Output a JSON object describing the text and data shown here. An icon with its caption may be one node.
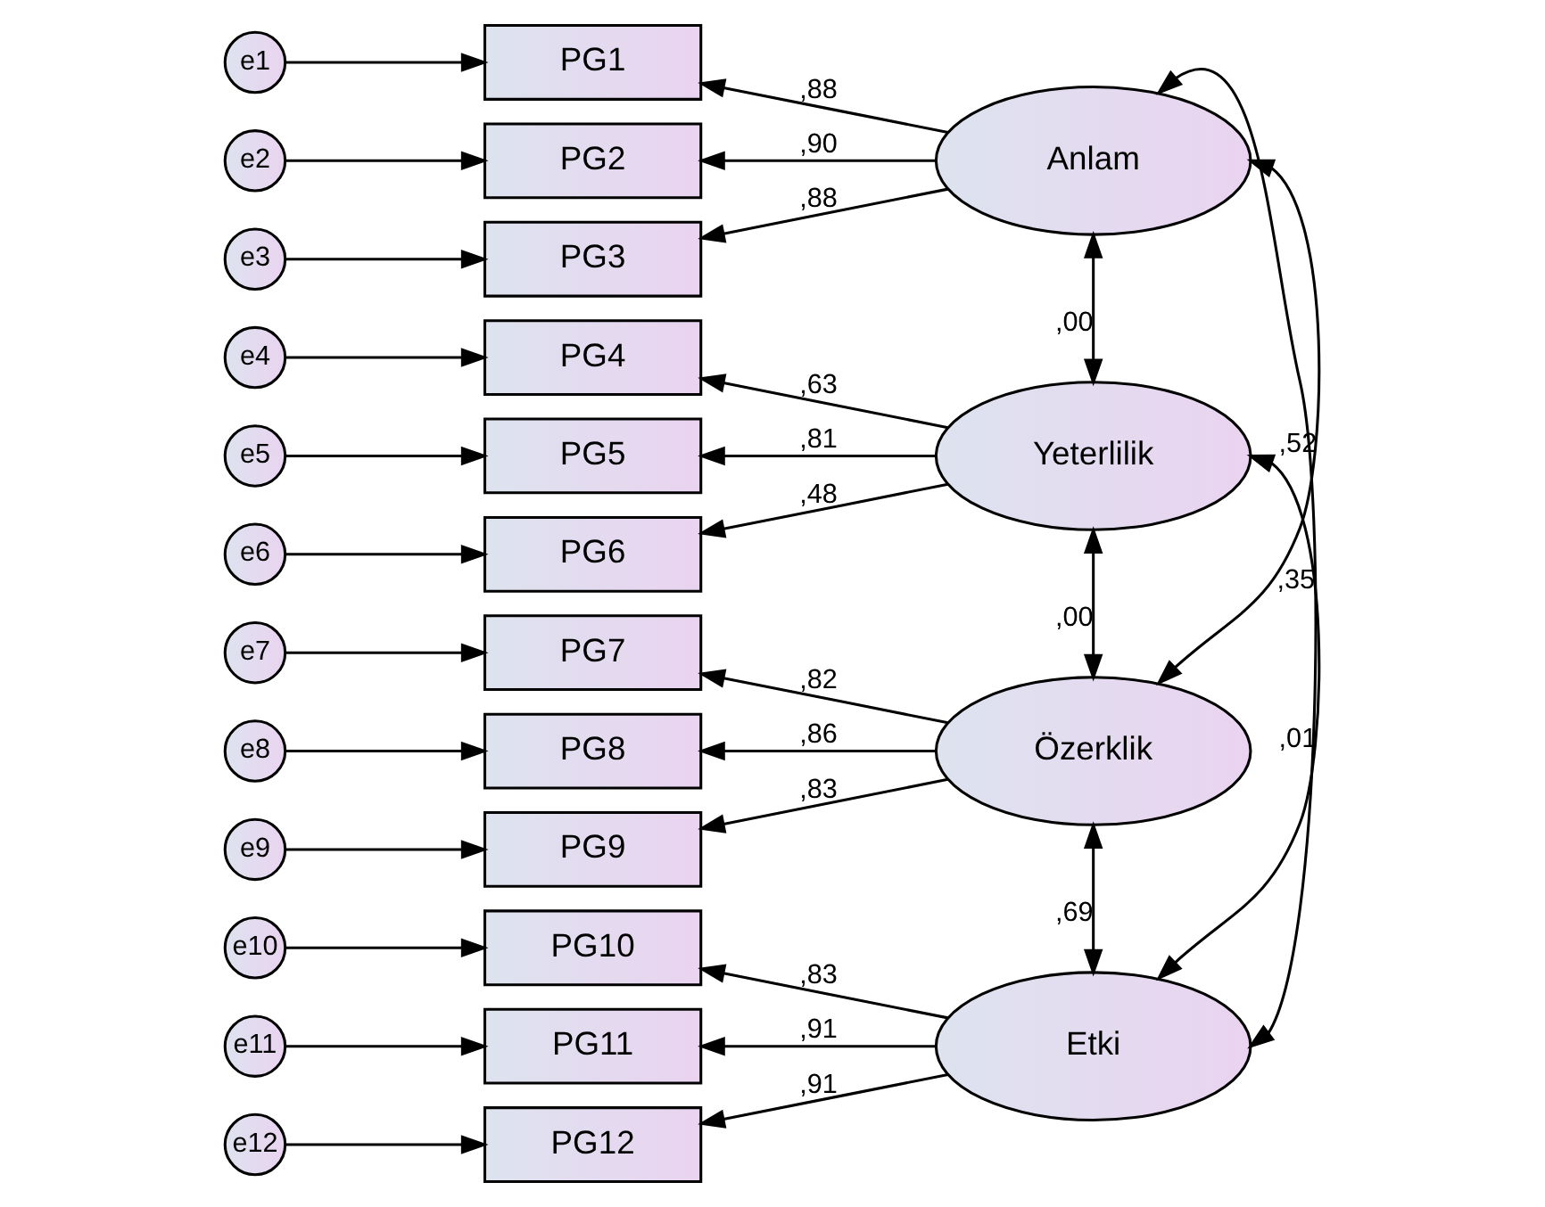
{
  "diagram": {
    "nodes": [
      {
        "text": [
          "e1"
        ]
      },
      {
        "text": [
          "e2"
        ]
      },
      {
        "text": [
          "e3"
        ]
      },
      {
        "text": [
          "e4"
        ]
      },
      {
        "text": [
          "e5"
        ]
      },
      {
        "text": [
          "e6"
        ]
      },
      {
        "text": [
          "e7"
        ]
      },
      {
        "text": [
          "e8"
        ]
      },
      {
        "text": [
          "e9"
        ]
      },
      {
        "text": [
          "e10"
        ]
      },
      {
        "text": [
          "e11"
        ]
      },
      {
        "text": [
          "e12"
        ]
      },
      {
        "text": [
          "PG1"
        ]
      },
      {
        "text": [
          "PG2"
        ]
      },
      {
        "text": [
          "PG3"
        ]
      },
      {
        "text": [
          "PG4"
        ]
      },
      {
        "text": [
          "PG5"
        ]
      },
      {
        "text": [
          "PG6"
        ]
      },
      {
        "text": [
          "PG7"
        ]
      },
      {
        "text": [
          "PG8"
        ]
      },
      {
        "text": [
          "PG9"
        ]
      },
      {
        "text": [
          "PG10"
        ]
      },
      {
        "text": [
          "PG11"
        ]
      },
      {
        "text": [
          "PG12"
        ]
      },
      {
        "text": [
          "Anlam"
        ]
      },
      {
        "text": [
          "Yeterlilik"
        ]
      },
      {
        "text": [
          "Özerklik"
        ]
      },
      {
        "text": [
          "Etki"
        ]
      }
    ],
    "edges": [
      {
        "from": 0,
        "to": 12,
        "arrow": "to"
      },
      {
        "from": 1,
        "to": 13,
        "arrow": "to"
      },
      {
        "from": 2,
        "to": 14,
        "arrow": "to"
      },
      {
        "from": 3,
        "to": 15,
        "arrow": "to"
      },
      {
        "from": 4,
        "to": 16,
        "arrow": "to"
      },
      {
        "from": 5,
        "to": 17,
        "arrow": "to"
      },
      {
        "from": 6,
        "to": 18,
        "arrow": "to"
      },
      {
        "from": 7,
        "to": 19,
        "arrow": "to"
      },
      {
        "from": 8,
        "to": 20,
        "arrow": "to"
      },
      {
        "from": 9,
        "to": 21,
        "arrow": "to"
      },
      {
        "from": 10,
        "to": 22,
        "arrow": "to"
      },
      {
        "from": 11,
        "to": 23,
        "arrow": "to"
      },
      {
        "from": 24,
        "to": 12,
        "arrow": "to",
        "label": ",88"
      },
      {
        "from": 24,
        "to": 13,
        "arrow": "to",
        "label": ",90"
      },
      {
        "from": 24,
        "to": 14,
        "arrow": "to",
        "label": ",88"
      },
      {
        "from": 25,
        "to": 15,
        "arrow": "to",
        "label": ",63"
      },
      {
        "from": 25,
        "to": 16,
        "arrow": "to",
        "label": ",81"
      },
      {
        "from": 25,
        "to": 17,
        "arrow": "to",
        "label": ",48"
      },
      {
        "from": 26,
        "to": 18,
        "arrow": "to",
        "label": ",82"
      },
      {
        "from": 26,
        "to": 19,
        "arrow": "to",
        "label": ",86"
      },
      {
        "from": 26,
        "to": 20,
        "arrow": "to",
        "label": ",83"
      },
      {
        "from": 27,
        "to": 21,
        "arrow": "to",
        "label": ",83"
      },
      {
        "from": 27,
        "to": 22,
        "arrow": "to",
        "label": ",91"
      },
      {
        "from": 27,
        "to": 23,
        "arrow": "to",
        "label": ",91"
      },
      {
        "from": 24,
        "to": 25,
        "arrow": "both",
        "label": ",00"
      },
      {
        "from": 24,
        "to": 26,
        "arrow": "both",
        "label": ",52"
      },
      {
        "from": 24,
        "to": 27,
        "arrow": "both",
        "label": ",35"
      },
      {
        "from": 25,
        "to": 26,
        "arrow": "both",
        "label": ",00"
      },
      {
        "from": 25,
        "to": 27,
        "arrow": "both",
        "label": ",01"
      },
      {
        "from": 26,
        "to": 27,
        "arrow": "both",
        "label": ",69"
      }
    ]
  }
}
